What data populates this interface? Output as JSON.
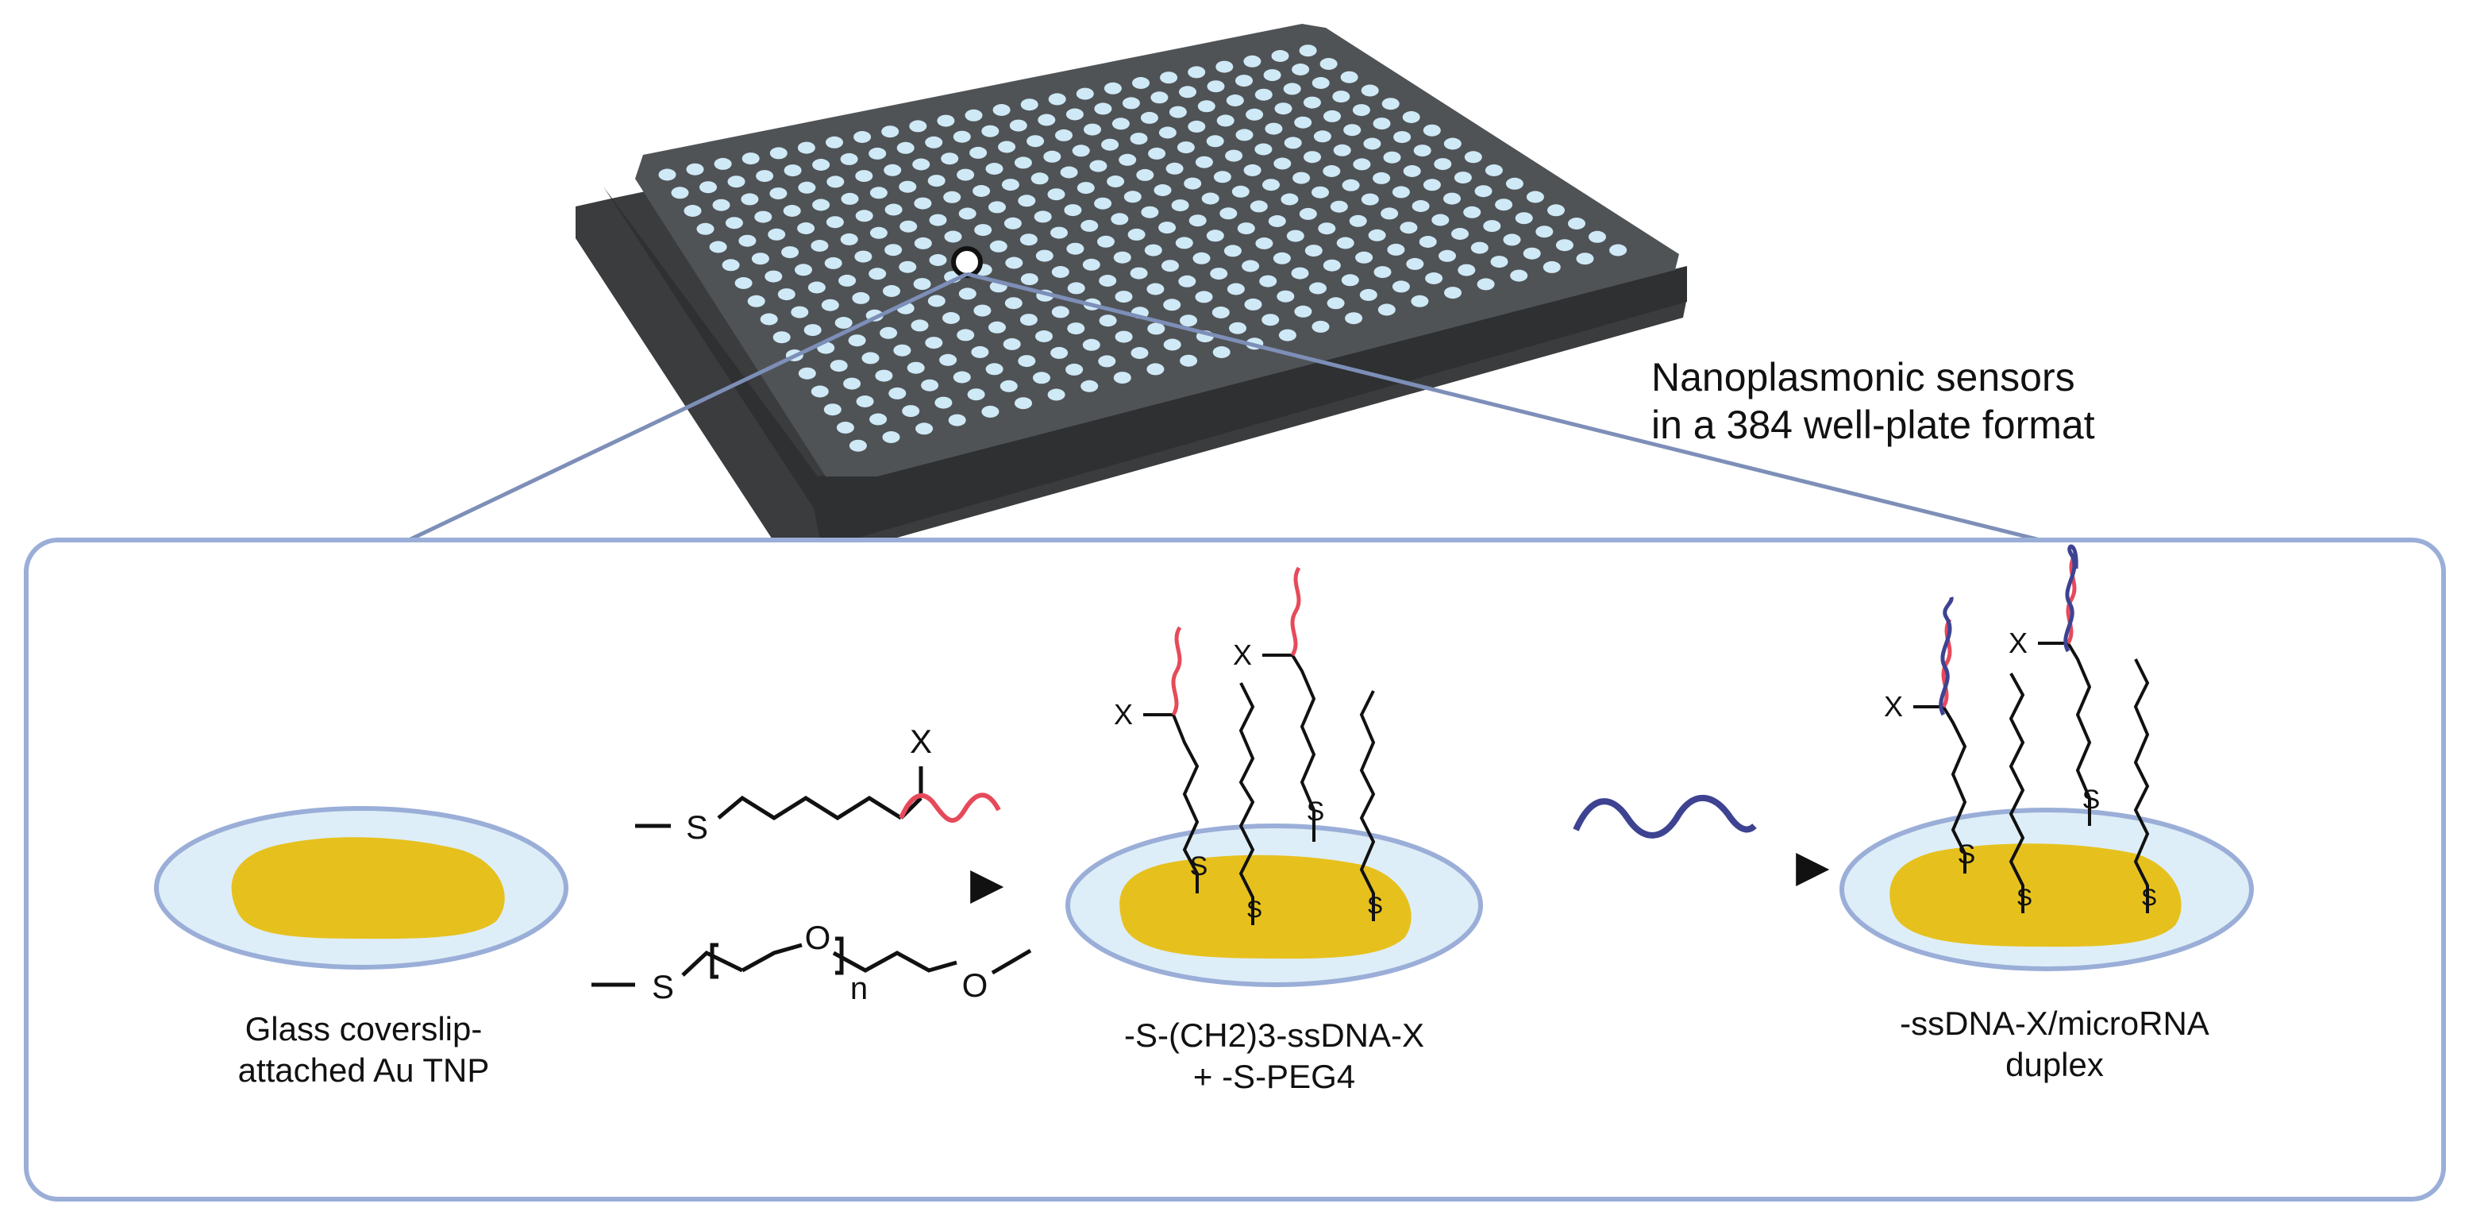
{
  "plate": {
    "title_line1": "Nanoplasmonic sensors",
    "title_line2": "in a 384 well-plate format",
    "rows": 16,
    "cols": 24,
    "body_color": "#4b4e50",
    "body_dark": "#2f3133",
    "well_color": "#cfe9f6"
  },
  "panel": {
    "border_color": "#9aaed8",
    "zoom_line_color": "#7d8fb8"
  },
  "stages": {
    "bare": {
      "label_line1": "Glass coverslip-",
      "label_line2": "attached Au TNP"
    },
    "functionalized": {
      "label_line1": "-S-(CH2)3-ssDNA-X",
      "label_line2": "+ -S-PEG4"
    },
    "duplex": {
      "label_line1": "-ssDNA-X/microRNA",
      "label_line2": "duplex"
    }
  },
  "reagents": {
    "x_label": "X",
    "s_label": "S",
    "o_label": "O",
    "n_label": "n"
  },
  "colors": {
    "gold": "#e6c11e",
    "glass_fill": "#deeef8",
    "glass_stroke": "#9aaed8",
    "ssdna": "#e64a5a",
    "microrna": "#3d4391"
  }
}
